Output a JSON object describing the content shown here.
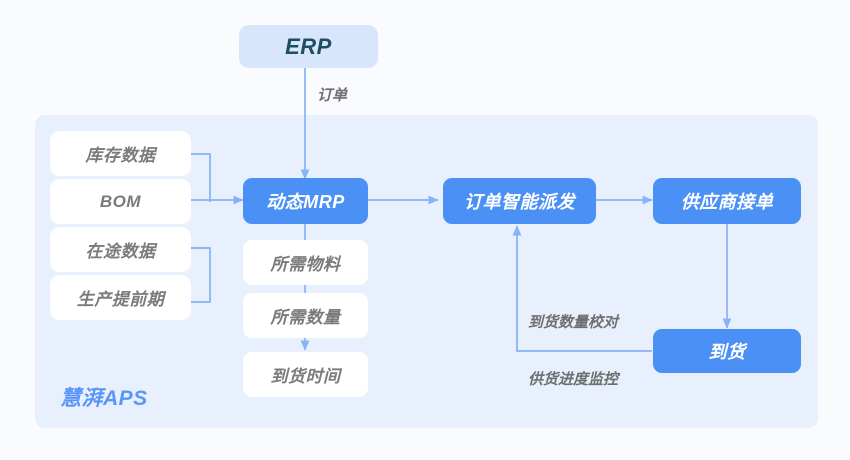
{
  "diagram": {
    "title_logo": "慧湃APS",
    "accent_blue": "#4a90f5",
    "panel_bg": "#e8f0fd",
    "erp_bg": "#d8e6fc",
    "erp_text_color": "#1d4f60",
    "white_box_text_color": "#7b7b7b",
    "line_color": "#86b2f7"
  },
  "nodes": {
    "erp": "ERP",
    "dynamic_mrp": "动态MRP",
    "order_dispatch": "订单智能派发",
    "supplier_accept": "供应商接单",
    "arrival": "到货",
    "inputs": [
      {
        "label": "库存数据"
      },
      {
        "label": "BOM"
      },
      {
        "label": "在途数据"
      },
      {
        "label": "生产提前期"
      }
    ],
    "outputs": [
      {
        "label": "所需物料"
      },
      {
        "label": "所需数量"
      },
      {
        "label": "到货时间"
      }
    ]
  },
  "edge_labels": {
    "order": "订单",
    "arrival_qty_check": "到货数量校对",
    "supply_progress_monitor": "供货进度监控"
  }
}
